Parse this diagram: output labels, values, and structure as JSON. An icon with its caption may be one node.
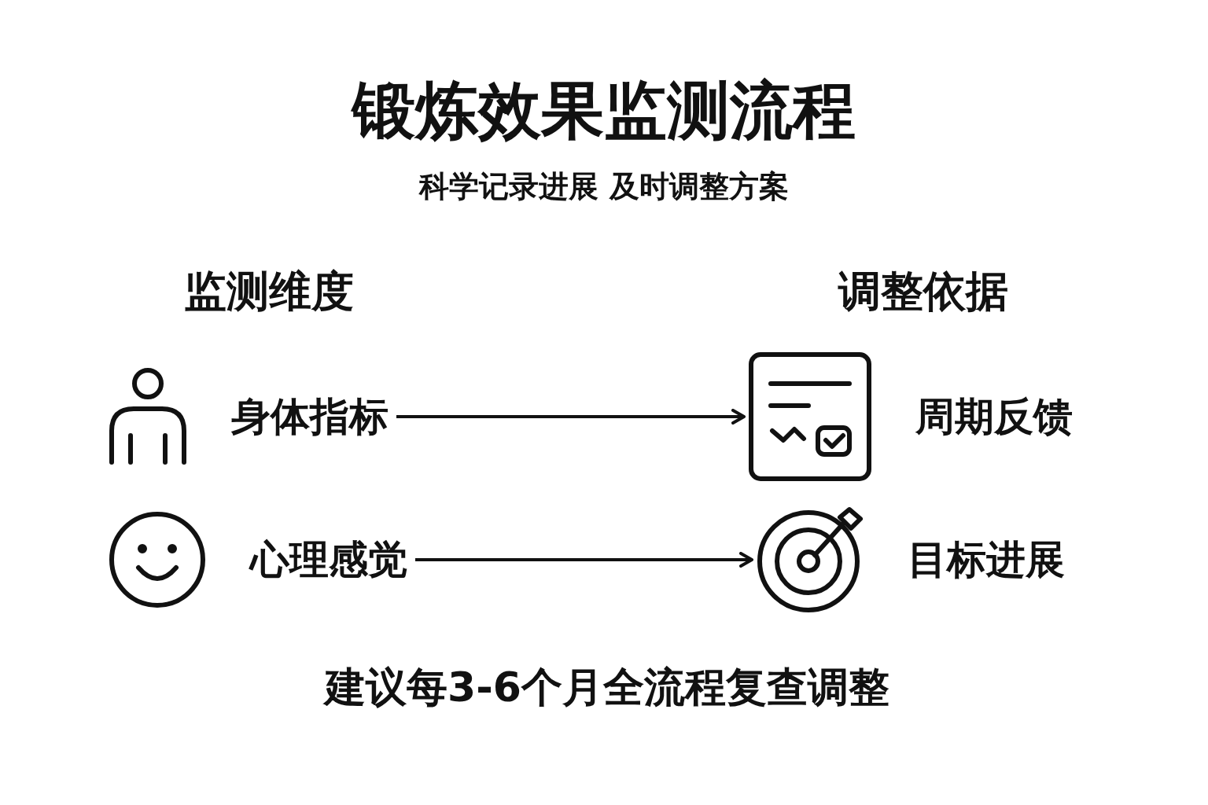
{
  "diagram": {
    "title": "锻炼效果监测流程",
    "nodes": [
      {
        "text": [
          "身体指标"
        ]
      },
      {
        "text": [
          "心理感觉"
        ]
      },
      {
        "text": [
          "周期反馈"
        ]
      },
      {
        "text": [
          "目标进展"
        ]
      }
    ],
    "edges": [
      {
        "from": 0,
        "to": 2,
        "arrow": "to"
      },
      {
        "from": 1,
        "to": 3,
        "arrow": "to"
      }
    ],
    "labels": [
      "科学记录进展 及时调整方案",
      "监测维度",
      "调整依据",
      "建议每3-6个月全流程复查调整"
    ]
  }
}
